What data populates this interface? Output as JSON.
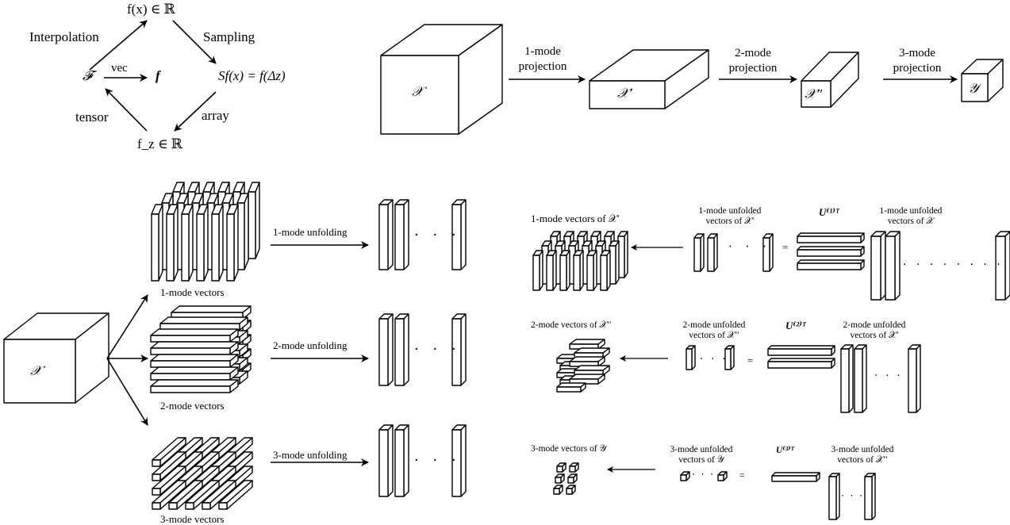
{
  "top_left": {
    "top_node": "f(x) ∈ ℝ",
    "left_node": "𝓕",
    "center_node": "f",
    "right_node": "Sf(x) = f(Δz)",
    "bottom_node": "f_z ∈ ℝ",
    "edge_interpolation": "Interpolation",
    "edge_sampling": "Sampling",
    "edge_vec": "vec",
    "edge_tensor": "tensor",
    "edge_array": "array"
  },
  "top_right": {
    "cube1": "𝒳",
    "cube2": "𝒳′",
    "cube3": "𝒳′′",
    "cube4": "𝒴",
    "proj1": "1-mode\nprojection",
    "proj2": "2-mode\nprojection",
    "proj3": "3-mode\nprojection"
  },
  "bottom_left": {
    "cube": "𝒳",
    "vec1": "1-mode vectors",
    "vec2": "2-mode vectors",
    "vec3": "3-mode vectors",
    "unf1": "1-mode unfolding",
    "unf2": "2-mode unfolding",
    "unf3": "3-mode unfolding",
    "dots": "· · ·"
  },
  "bottom_right": {
    "row1_result": "1-mode vectors of 𝒳′",
    "row1_unfolded": "1-mode unfolded\nvectors of 𝒳′",
    "row1_U": "U⁽¹⁾ᵀ",
    "row1_source": "1-mode unfolded\nvectors of 𝒳",
    "row2_result": "2-mode vectors of 𝒳′′",
    "row2_unfolded": "2-mode unfolded\nvectors of 𝒳′′",
    "row2_U": "U⁽²⁾ᵀ",
    "row2_source": "2-mode unfolded\nvectors of 𝒳′",
    "row3_result": "3-mode vectors of 𝒴",
    "row3_unfolded": "3-mode unfolded\nvectors of 𝒴",
    "row3_U": "U⁽³⁾ᵀ",
    "row3_source": "3-mode unfolded\nvectors of 𝒳′′",
    "equals": "=",
    "dots_short": "· · ·",
    "dots_long": "· · · · · · · ·"
  }
}
